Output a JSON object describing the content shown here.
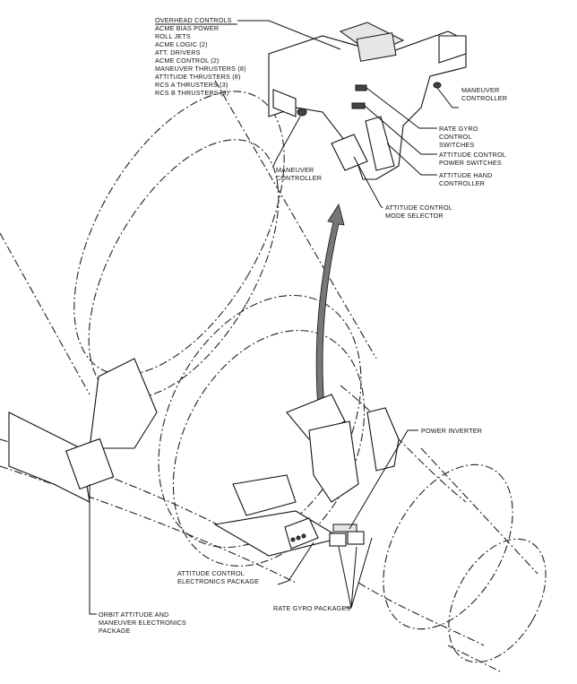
{
  "overhead": {
    "title": "OVERHEAD CONTROLS",
    "items": [
      "ACME BIAS POWER",
      "ROLL JETS",
      "ACME LOGIC (2)",
      "ATT. DRIVERS",
      "ACME CONTROL (2)",
      "MANEUVER THRUSTERS (8)",
      "ATTITUDE THRUSTERS (8)",
      "RCS A THRUSTERS (3)",
      "RCS B THRUSTERS (3)"
    ]
  },
  "labels": {
    "maneuver_controller_right": [
      "MANEUVER",
      "CONTROLLER"
    ],
    "rate_gyro_switches": [
      "RATE GYRO",
      "CONTROL",
      "SWITCHES"
    ],
    "attitude_power_switches": [
      "ATTITUDE CONTROL",
      "POWER SWITCHES"
    ],
    "attitude_hand_controller": [
      "ATTITUDE HAND",
      "CONTROLLER"
    ],
    "maneuver_controller_left": [
      "MANEUVER",
      "CONTROLLER"
    ],
    "mode_selector": [
      "ATTITUDE CONTROL",
      "MODE SELECTOR"
    ],
    "power_inverter": [
      "POWER INVERTER"
    ],
    "attitude_electronics": [
      "ATTITUDE CONTROL",
      "ELECTRONICS PACKAGE"
    ],
    "orbit_electronics": [
      "ORBIT ATTITUDE AND",
      "MANEUVER ELECTRONICS",
      "PACKAGE"
    ],
    "rate_gyro_packages": [
      "RATE GYRO PACKAGES"
    ]
  },
  "colors": {
    "ink": "#111111",
    "paper": "#ffffff",
    "arrow": "#555555"
  }
}
